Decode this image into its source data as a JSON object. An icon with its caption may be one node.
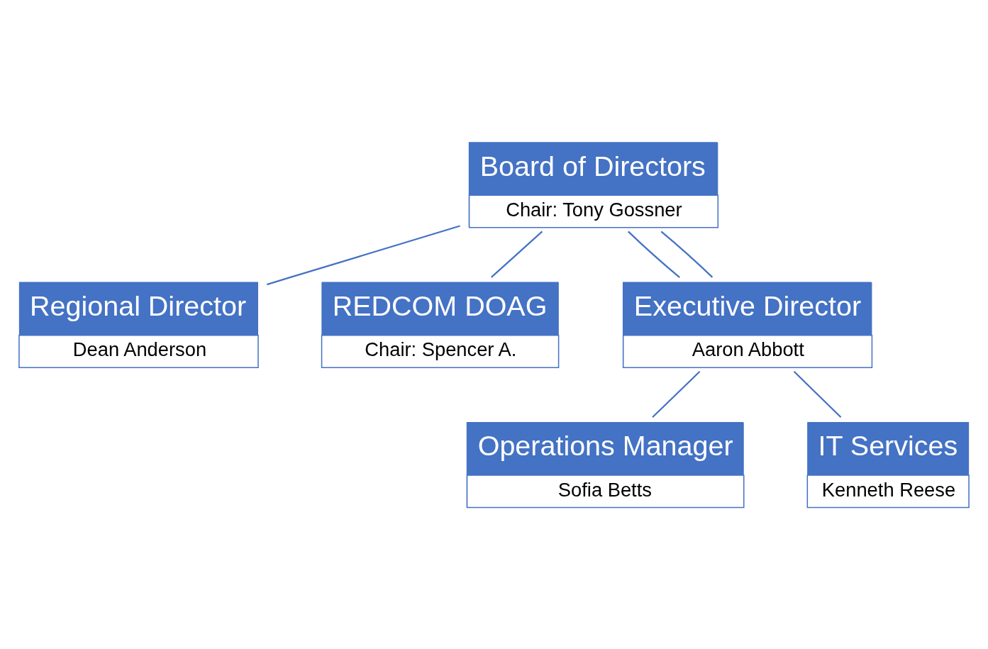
{
  "diagram": {
    "nodes": [
      {
        "text": [
          "Board of Directors",
          "Chair: Tony Gossner"
        ]
      },
      {
        "text": [
          "Regional Director",
          "Dean Anderson"
        ]
      },
      {
        "text": [
          "REDCOM DOAG",
          "Chair: Spencer A."
        ]
      },
      {
        "text": [
          "Executive Director",
          "Aaron Abbott"
        ]
      },
      {
        "text": [
          "Operations Manager",
          "Sofia Betts"
        ]
      },
      {
        "text": [
          "IT Services",
          "Kenneth Reese"
        ]
      }
    ],
    "edges": [
      {
        "from": 0,
        "to": 2,
        "arrow": "none"
      },
      {
        "from": 0,
        "to": 1,
        "arrow": "none"
      },
      {
        "from": 0,
        "to": 3,
        "arrow": "none"
      },
      {
        "from": 0,
        "to": 3,
        "arrow": "none"
      },
      {
        "from": 3,
        "to": 4,
        "arrow": "none"
      },
      {
        "from": 3,
        "to": 5,
        "arrow": "none"
      }
    ]
  }
}
